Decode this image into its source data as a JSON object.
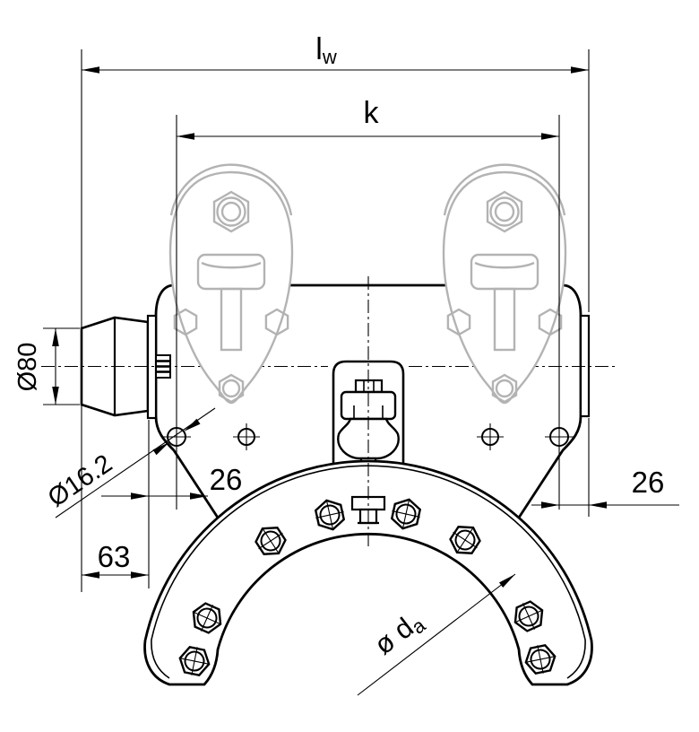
{
  "drawing": {
    "type": "technical-dimension-drawing",
    "background": "#ffffff",
    "colors": {
      "line": "#000000",
      "phantom_gray": "#b3b3b3"
    },
    "labels": {
      "lw_main": "l",
      "lw_sub": "w",
      "k": "k",
      "dia80": "Ø80",
      "dia162": "Ø16.2",
      "dim26_left": "26",
      "dim26_right": "26",
      "dim63": "63",
      "da_main": "ø d",
      "da_sub": "a"
    }
  }
}
